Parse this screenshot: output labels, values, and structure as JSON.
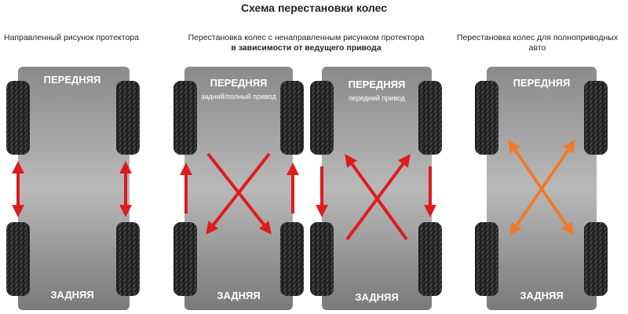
{
  "title": "Схема перестановки колес",
  "sections": [
    {
      "heading": "Направленный рисунок протектора"
    },
    {
      "heading_line1": "Перестановка колес с ненаправленным рисунком протектора",
      "heading_line2": "в зависимости от  ведущего привода"
    },
    {
      "heading": "Перестановка колес для полноприводных авто"
    }
  ],
  "cars": [
    {
      "front": "ПЕРЕДНЯЯ",
      "rear": "ЗАДНЯЯ",
      "note": ""
    },
    {
      "front": "ПЕРЕДНЯЯ",
      "rear": "ЗАДНЯЯ",
      "note": "задний/полный привод"
    },
    {
      "front": "ПЕРЕДНЯЯ",
      "rear": "ЗАДНЯЯ",
      "note": "передний привод"
    },
    {
      "front": "ПЕРЕДНЯЯ",
      "rear": "ЗАДНЯЯ",
      "note": ""
    }
  ],
  "colors": {
    "car_body": "#6f6f6f",
    "arrow_red": "#e01b1b",
    "arrow_orange": "#f07a2a",
    "tire": "#2b2b2b"
  },
  "icons": [
    "tire-icon",
    "arrow-icon"
  ]
}
